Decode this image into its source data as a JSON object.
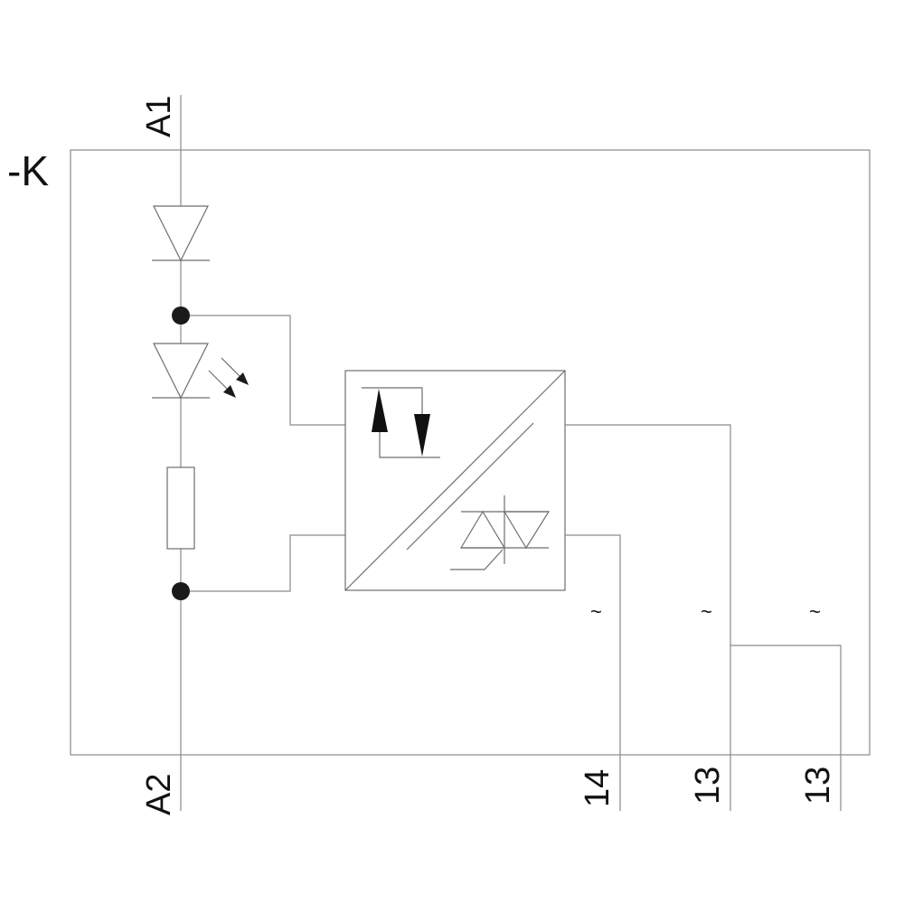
{
  "diagram": {
    "device_tag": "-K",
    "terminals": {
      "a1": "A1",
      "a2": "A2",
      "t14": "14",
      "t13a": "13",
      "t13b": "13"
    },
    "ac_marks": [
      "~",
      "~",
      "~"
    ]
  }
}
